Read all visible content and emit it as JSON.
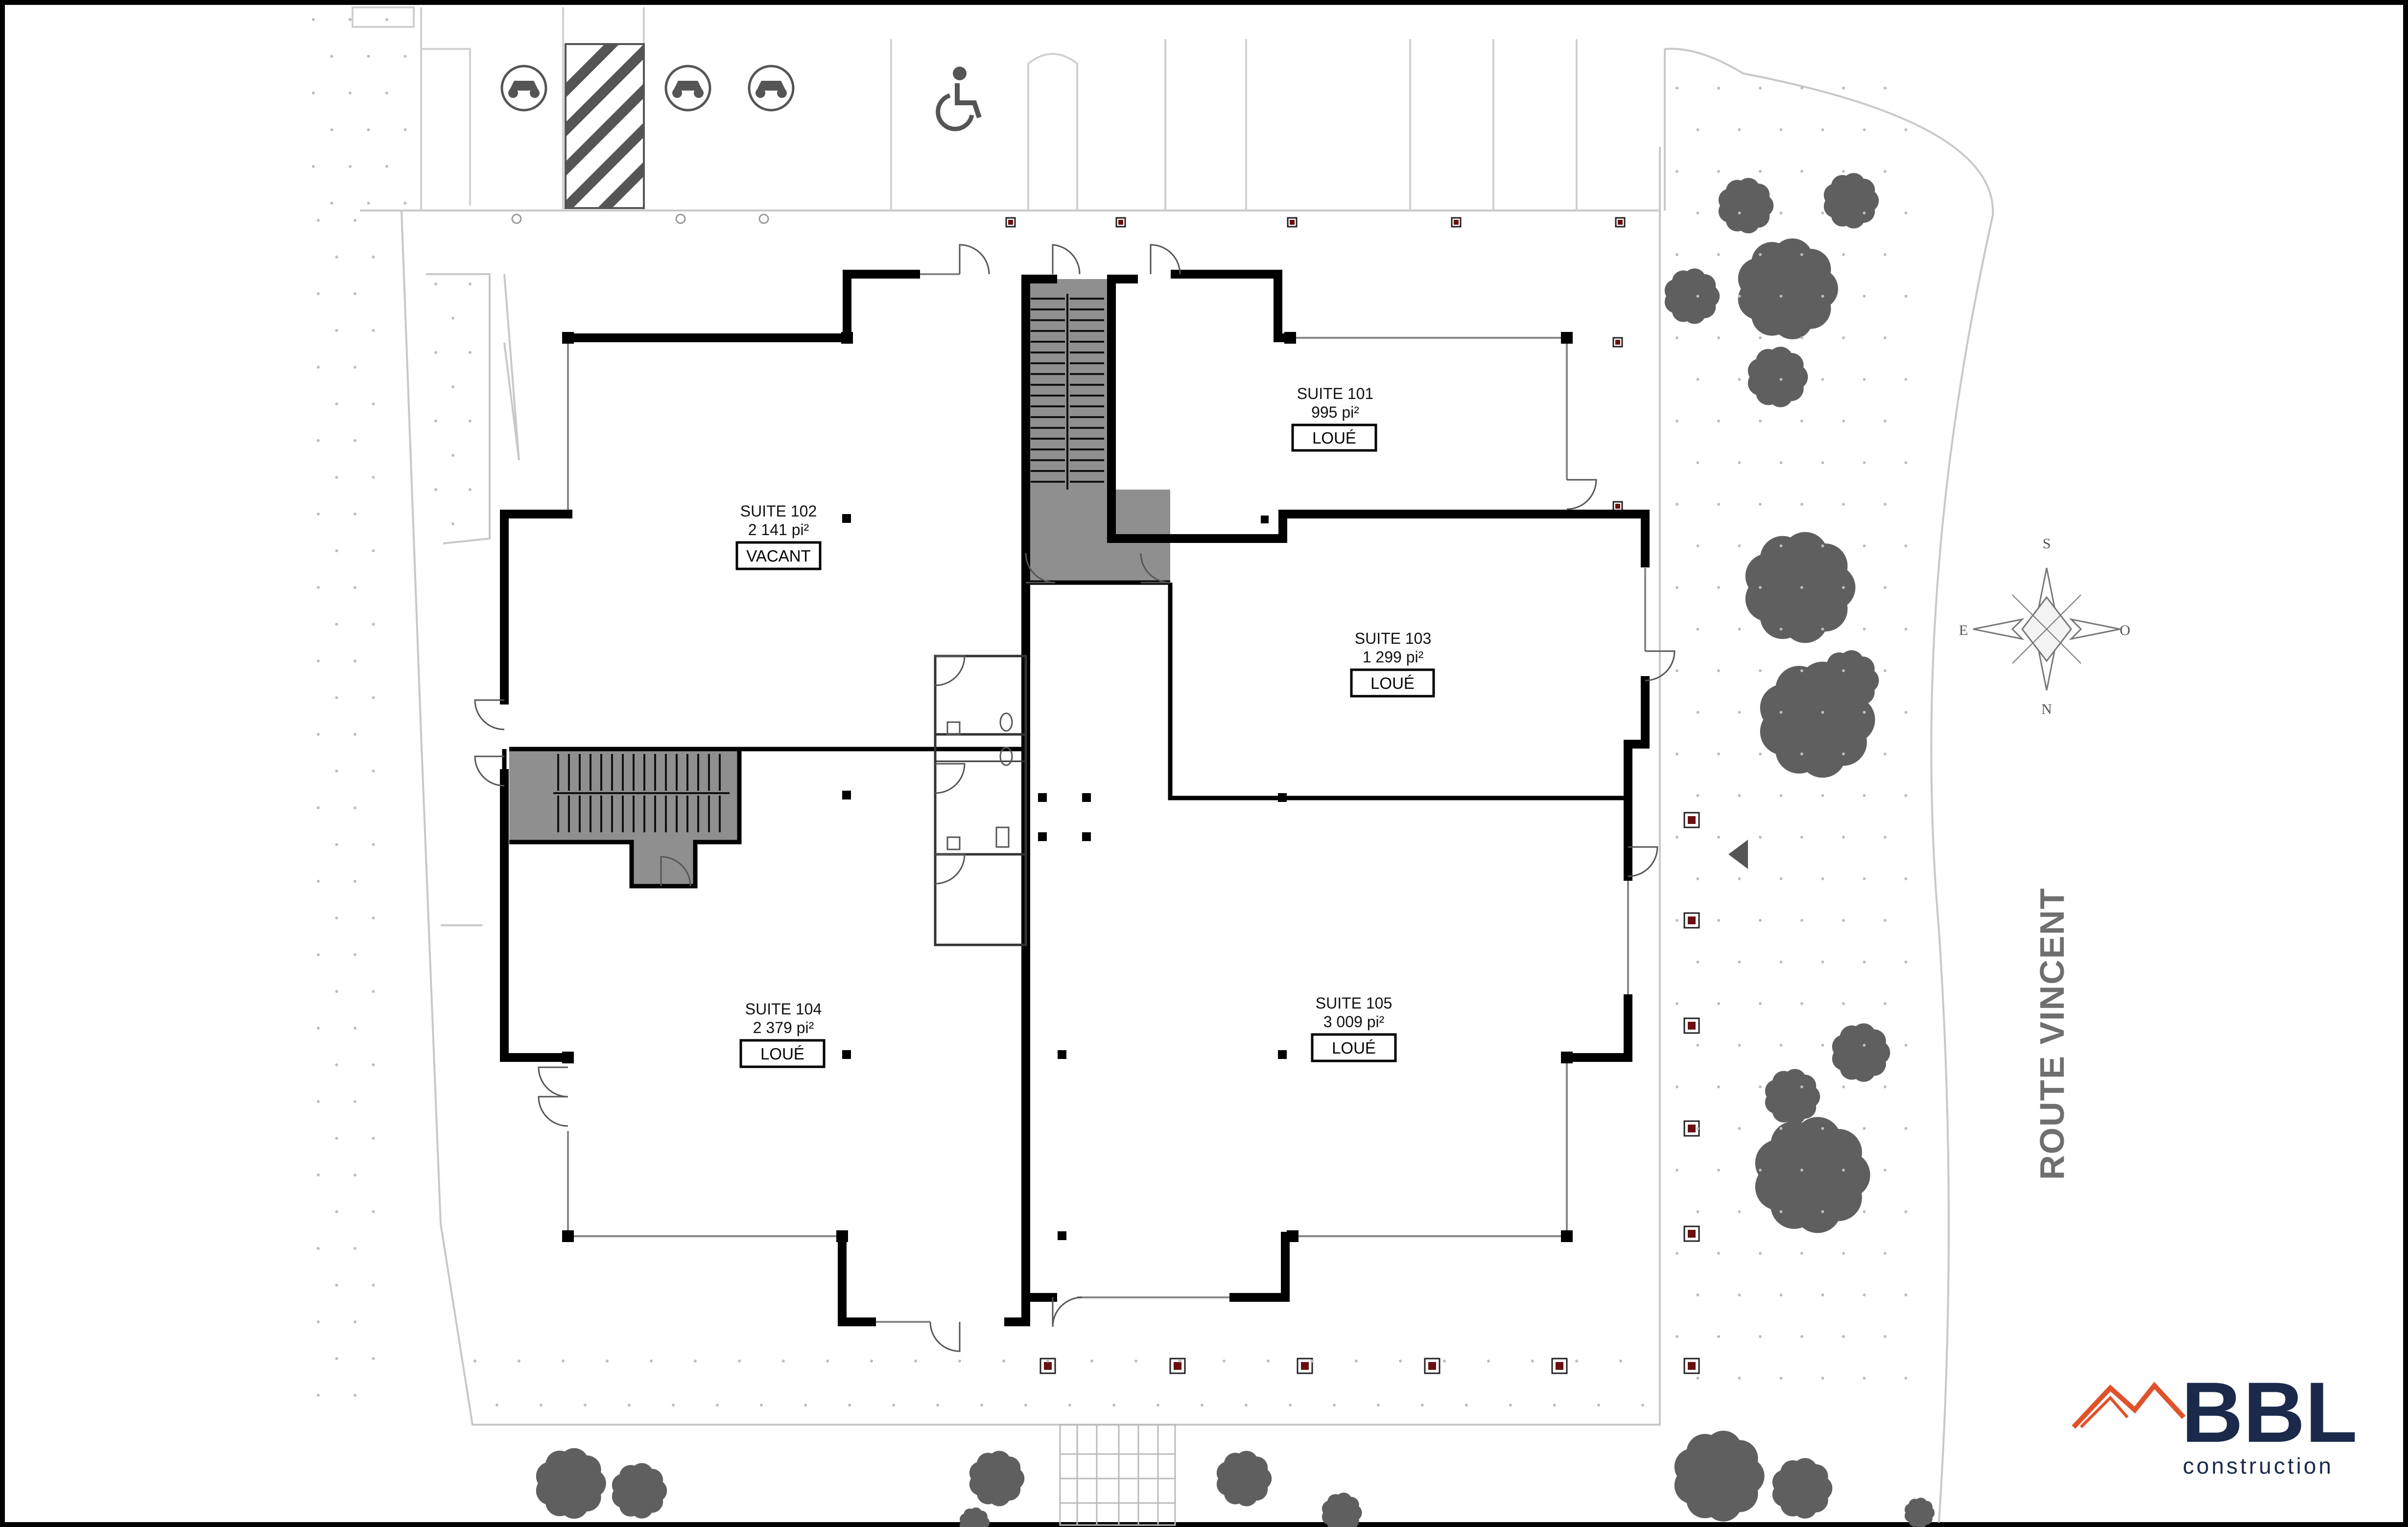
{
  "suites": [
    {
      "id": "101",
      "name": "SUITE 101",
      "area": "995 pi²",
      "status": "LOUÉ"
    },
    {
      "id": "102",
      "name": "SUITE 102",
      "area": "2 141 pi²",
      "status": "VACANT"
    },
    {
      "id": "103",
      "name": "SUITE 103",
      "area": "1 299 pi²",
      "status": "LOUÉ"
    },
    {
      "id": "104",
      "name": "SUITE 104",
      "area": "2 379 pi²",
      "status": "LOUÉ"
    },
    {
      "id": "105",
      "name": "SUITE 105",
      "area": "3 009 pi²",
      "status": "LOUÉ"
    }
  ],
  "road_label": "ROUTE VINCENT",
  "compass": {
    "top": "S",
    "left": "E",
    "right": "O",
    "bottom": "N"
  },
  "logo": {
    "brand": "BBL",
    "subtitle": "construction",
    "color": "#1b2a4a",
    "roof_color": "#e0522a"
  },
  "colors": {
    "stair_fill": "#8f8f8f",
    "tree_fill": "#5f5f5f",
    "wall": "#000000"
  }
}
